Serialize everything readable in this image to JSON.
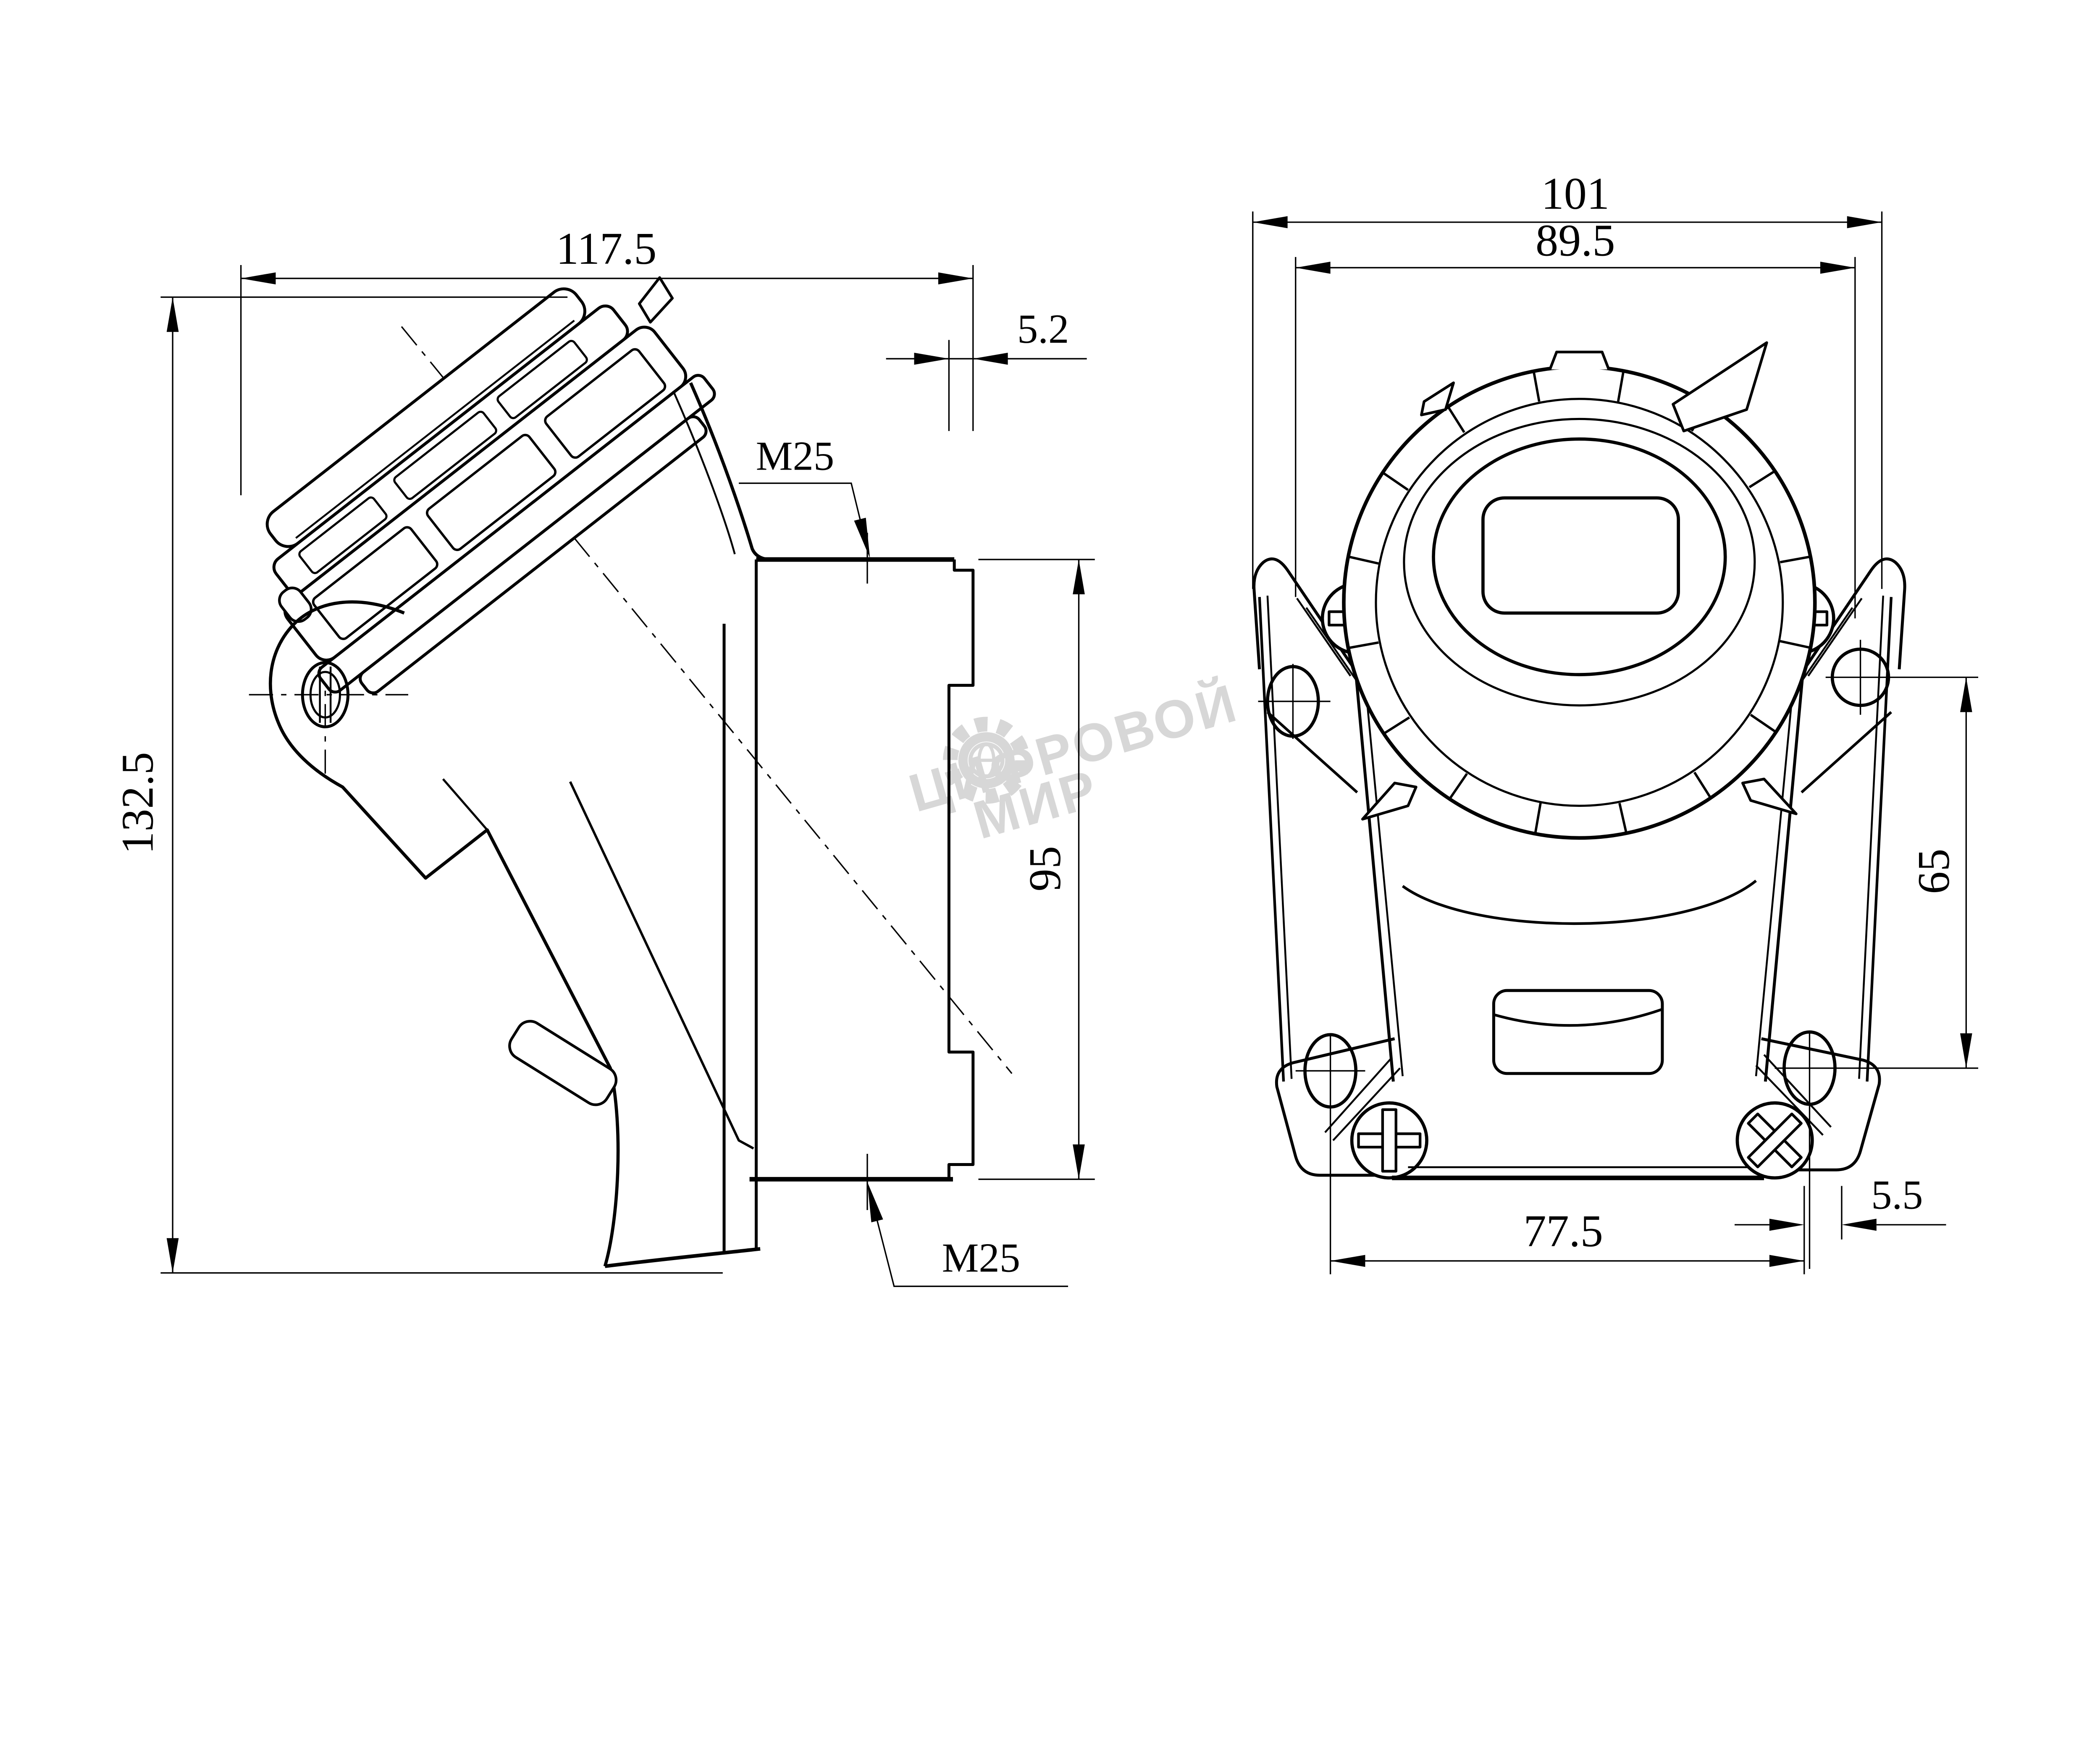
{
  "drawing_title": "industrial-socket-two-view-dimension-drawing",
  "colors": {
    "line": "#000000",
    "background": "#ffffff",
    "watermark": "#d7d7d7"
  },
  "watermark": {
    "line1": "ЦИФРОВОЙ",
    "line2": "МИР"
  },
  "side_view": {
    "dims": {
      "overall_width": "117.5",
      "overall_height": "132.5",
      "tab_depth": "5.2",
      "plate_height": "95",
      "top_thread": "M25",
      "bottom_thread": "M25"
    }
  },
  "front_view": {
    "dims": {
      "overall_width": "101",
      "flange_width": "89.5",
      "hole_spacing_vertical": "65",
      "hole_spacing_horizontal": "77.5",
      "hole_edge_offset": "5.5"
    }
  }
}
